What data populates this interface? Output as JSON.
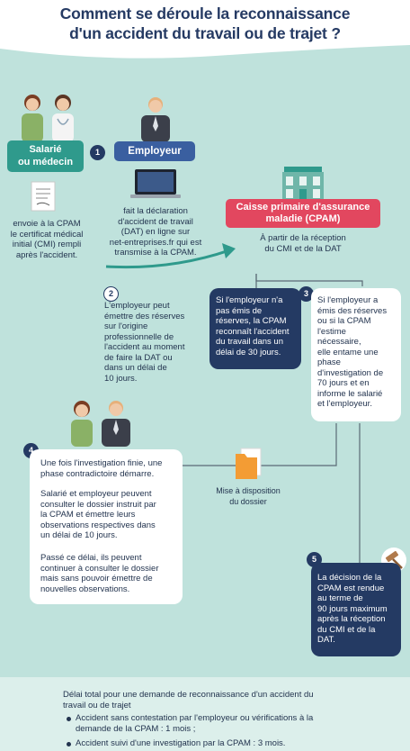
{
  "title": "Comment se déroule la reconnaissance\nd'un accident du travail ou de trajet ?",
  "actors": {
    "salarie_label": "Salarié\nou médecin",
    "employeur_label": "Employeur",
    "cpam_label": "Caisse primaire d'assurance\nmaladie (CPAM)"
  },
  "steps": {
    "s1": "1",
    "s2": "2",
    "s3": "3",
    "s4": "4",
    "s5": "5"
  },
  "texts": {
    "salarie_text": "envoie à la CPAM\nle certificat médical\ninitial (CMI) rempli\naprès l'accident.",
    "employeur_text": "fait la déclaration\nd'accident de travail\n(DAT) en ligne sur\nnet-entreprises.fr qui est\ntransmise à la CPAM.",
    "cpam_text": "À partir de la réception\ndu CMI et de la DAT",
    "step2_text": "L'employeur peut\némettre des réserves\nsur l'origine\nprofessionnelle de\nl'accident au moment\nde faire la DAT ou\ndans un délai de\n10 jours.",
    "no_reserve_text": "Si l'employeur n'a\npas émis de\nréserves, la CPAM\nreconnaît l'accident\ndu travail dans un\ndélai de 30 jours.",
    "reserve_text": "Si l'employeur a\némis des réserves\nou si la CPAM\nl'estime\nnécessaire,\nelle entame une\nphase\nd'investigation de\n70 jours et en\ninforme le salarié\net l'employeur.",
    "step4_p1": "Une fois l'investigation finie, une\nphase contradictoire démarre.",
    "step4_p2": "Salarié et employeur peuvent\nconsulter le dossier instruit par\nla CPAM et émettre leurs\nobservations respectives dans\nun délai de 10 jours.",
    "step4_p3": "Passé ce délai, ils peuvent\ncontinuer à consulter le dossier\nmais sans pouvoir émettre de\nnouvelles observations.",
    "dossier_text": "Mise à disposition\ndu dossier",
    "step5_text": "La décision de la\nCPAM est rendue\nau terme de\n90 jours maximum\naprès la réception\ndu CMI et de la\nDAT."
  },
  "footer": {
    "intro": "Délai total pour une demande de reconnaissance d'un accident du\ntravail ou de trajet",
    "bullet1": "Accident sans contestation par l'employeur ou vérifications à la\ndemande de la CPAM : 1 mois ;",
    "bullet2": "Accident suivi d'une investigation par la CPAM : 3 mois."
  },
  "colors": {
    "navy": "#243a63",
    "teal": "#2f9a8c",
    "blue": "#3a5fa0",
    "pink": "#e2475f",
    "mint_bg": "#bfe2dc",
    "footer_bg": "#dcefeb"
  },
  "icons": [
    "woman-icon",
    "doctor-icon",
    "businessman-icon",
    "document-icon",
    "laptop-icon",
    "building-icon",
    "folder-icon",
    "gavel-icon",
    "arrow-icon"
  ]
}
